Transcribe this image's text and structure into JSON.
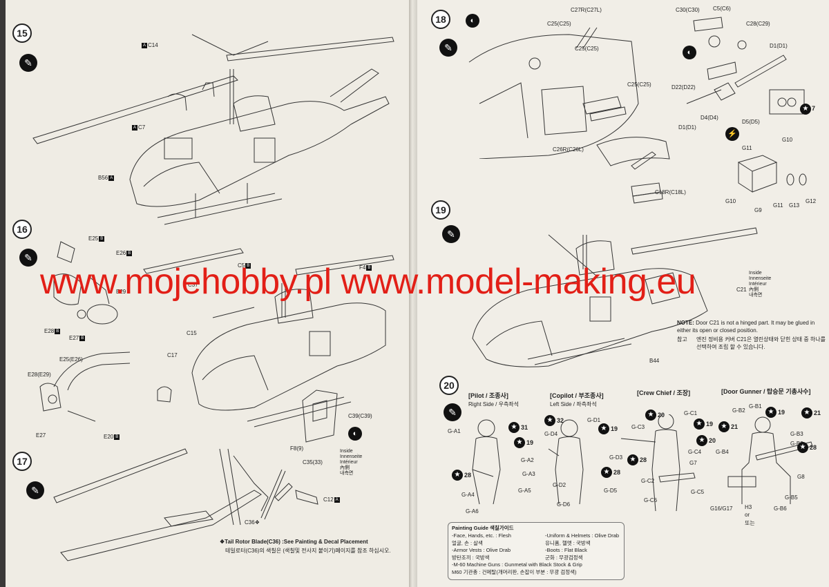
{
  "steps": {
    "s15": "15",
    "s16": "16",
    "s17": "17",
    "s18": "18",
    "s19": "19",
    "s20": "20"
  },
  "icons": {
    "glue": "glue-drop-icon",
    "direction": "direction-arrow-icon",
    "star_circle": "paint-number-icon"
  },
  "watermark": "www.mojehobby.pl www.model-making.eu",
  "left_labels": {
    "c14": "C14",
    "c7": "C7",
    "b56": "B56",
    "e25": "E25",
    "e26": "E26",
    "e29": "E29",
    "e28": "E28",
    "e27": "E27",
    "c15": "C15",
    "c17": "C17",
    "c37": "C37",
    "f4": "F4",
    "c5": "C5",
    "e25e26": "E25(E26)",
    "e28e29": "E28(E29)",
    "e27b": "E27",
    "e20": "E20",
    "c39": "C39(C39)",
    "f8": "F8(9)",
    "c35": "C35(33)",
    "c12": "C12",
    "c36": "C36"
  },
  "inside_text": [
    "Inside",
    "Innenseite",
    "Intérieur",
    "內側",
    "내측면"
  ],
  "tail_note_en": "Tail Rotor Blade(C36) :See Painting & Decal Placement",
  "tail_note_kr": "테일로터(C36)의 색칠은 (색칠및 전사지 붙이기)페이지를 참조 하십시오.",
  "right_labels": {
    "c27r": "C27R(C27L)",
    "c25a": "C25(C25)",
    "c25b": "C25(C25)",
    "c26r": "C26R(C26L)",
    "c18r": "C18R(C18L)",
    "c30": "C30(C30)",
    "c5c6": "C5(C6)",
    "c28": "C28(C29)",
    "d1a": "D1(D1)",
    "d22": "D22(D22)",
    "d4": "D4(D4)",
    "d5": "D5(D5)",
    "d1b": "D1(D1)",
    "g10a": "G10",
    "g11a": "G11",
    "g10b": "G10",
    "g9": "G9",
    "g11b": "G11",
    "g13": "G13",
    "g12": "G12",
    "seven": "7",
    "c21": "C21",
    "b44": "B44"
  },
  "inside_small": [
    "Inside",
    "Innenseite",
    "Intérieur",
    "內側",
    "내측면"
  ],
  "door_note": {
    "title": "NOTE:",
    "text": "Door C21 is not a hinged part. It may be glued in either its open or closed position.",
    "label_kr": "참고",
    "text_kr": "엔진 정비용 커버 C21은 열린상태와 닫힌 상태 중 하나를 선택하여 조립 할 수 있습니다."
  },
  "figures": {
    "pilot": {
      "title": "[Pilot / 조종사]",
      "sub": "Right Side / 우측좌석"
    },
    "copilot": {
      "title": "[Copilot / 부조종사]",
      "sub": "Left Side / 좌측좌석"
    },
    "crew": {
      "title": "[Crew Chief / 조장]"
    },
    "gunner": {
      "title": "[Door Gunner / 탑승문 기총사수]"
    }
  },
  "figure_labels": {
    "ga1": "G-A1",
    "ga2": "G-A2",
    "ga3": "G-A3",
    "ga4": "G-A4",
    "ga5": "G-A5",
    "ga6": "G-A6",
    "gd1": "G-D1",
    "gd2": "G-D2",
    "gd3": "G-D3",
    "gd4": "G-D4",
    "gd5": "G-D5",
    "gd6": "G-D6",
    "gc1": "G-C1",
    "gc2": "G-C2",
    "gc3": "G-C3",
    "gc4": "G-C4",
    "gc5": "G-C5",
    "gc6": "G-C6",
    "g7": "G7",
    "gb1": "G-B1",
    "gb2": "G-B2",
    "gb3": "G-B3",
    "gb4": "G-B4",
    "gb5": "G-B5",
    "gb6": "G-B6",
    "g8": "G8",
    "g16": "G16/G17",
    "h3": "H3",
    "or": "or",
    "kr_or": "또는"
  },
  "paint_numbers": {
    "p31": "31",
    "p19a": "19",
    "p28a": "28",
    "p32": "32",
    "p19b": "19",
    "p28b": "28",
    "p20a": "20",
    "p19c": "19",
    "p20b": "20",
    "p28c": "28",
    "p21a": "21",
    "p19d": "19",
    "p21b": "21",
    "p28d": "28"
  },
  "painting_guide": {
    "title": "Painting Guide 색칠가이드",
    "rows": [
      "-Face, Hands, etc. : Flesh",
      "얼굴, 손 : 살색",
      "-Armor Vests : Olive Drab",
      "방탄조끼 : 국방색",
      "-M-60 Machine Guns : Gunmetal with Black Stock & Grip",
      "M60 기관총 : 건메탈(개머리판, 손잡이 부분 : 무광 검정색)"
    ],
    "rows_right": [
      "-Uniform & Helmets : Olive Drab",
      "유니폼, 헬멧 : 국방색",
      "-Boots : Flat Black",
      "군화 : 무광검정색"
    ]
  }
}
